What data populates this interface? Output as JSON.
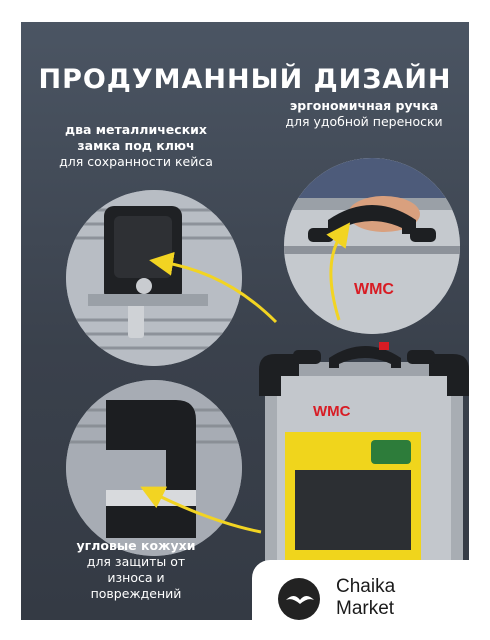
{
  "title": "ПРОДУМАННЫЙ ДИЗАЙН",
  "callouts": {
    "handle": {
      "bold": "эргономичная ручка",
      "text": "для удобной переноски"
    },
    "lock": {
      "bold_1": "два металлических",
      "bold_2": "замка под ключ",
      "text": "для сохранности кейса"
    },
    "corner": {
      "bold": "угловые кожухи",
      "text_1": "для защиты от",
      "text_2": "износа и",
      "text_3": "повреждений"
    }
  },
  "brand_on_case": "WMC",
  "store_logo": {
    "line1": "Chaika",
    "line2": "Market"
  },
  "colors": {
    "panel": "#434a55",
    "arrow": "#f2d422",
    "accent": "#d81c24"
  }
}
